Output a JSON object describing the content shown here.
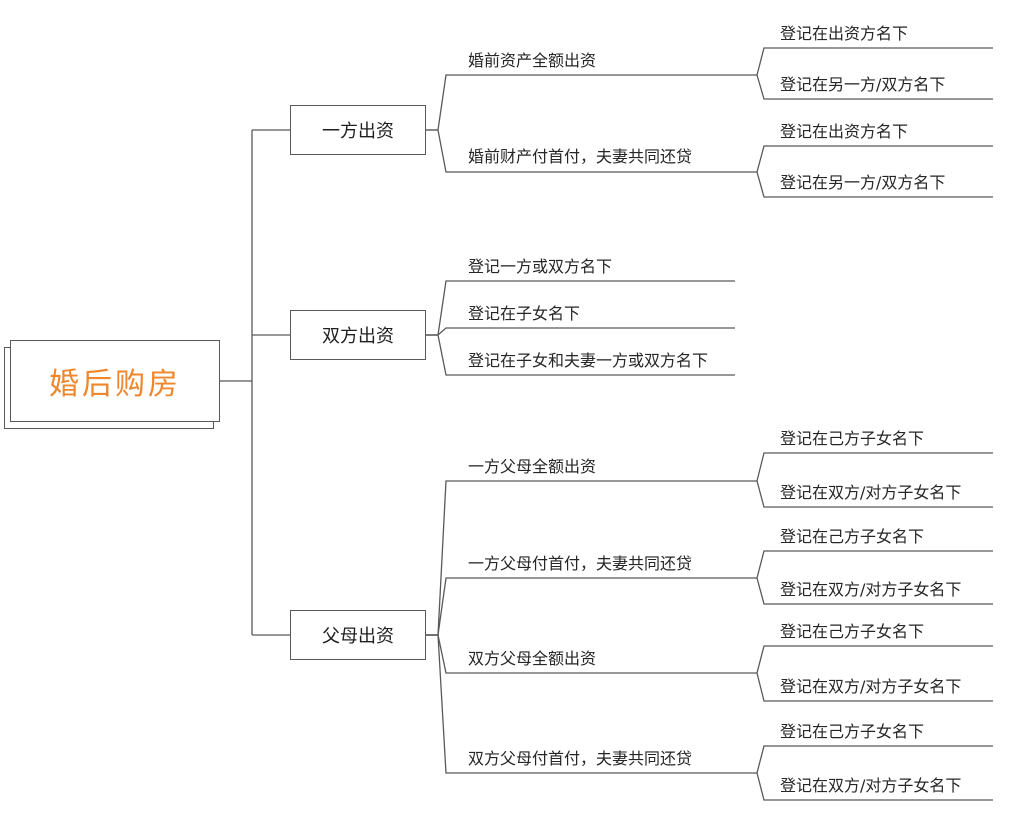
{
  "root": {
    "label": "婚后购房"
  },
  "branches": [
    {
      "label": "一方出资",
      "children": [
        {
          "label": "婚前资产全额出资",
          "children": [
            {
              "label": "登记在出资方名下"
            },
            {
              "label": "登记在另一方/双方名下"
            }
          ]
        },
        {
          "label": "婚前财产付首付，夫妻共同还贷",
          "children": [
            {
              "label": "登记在出资方名下"
            },
            {
              "label": "登记在另一方/双方名下"
            }
          ]
        }
      ]
    },
    {
      "label": "双方出资",
      "children": [
        {
          "label": "登记一方或双方名下"
        },
        {
          "label": "登记在子女名下"
        },
        {
          "label": "登记在子女和夫妻一方或双方名下"
        }
      ]
    },
    {
      "label": "父母出资",
      "children": [
        {
          "label": "一方父母全额出资",
          "children": [
            {
              "label": "登记在己方子女名下"
            },
            {
              "label": "登记在双方/对方子女名下"
            }
          ]
        },
        {
          "label": "一方父母付首付，夫妻共同还贷",
          "children": [
            {
              "label": "登记在己方子女名下"
            },
            {
              "label": "登记在双方/对方子女名下"
            }
          ]
        },
        {
          "label": "双方父母全额出资",
          "children": [
            {
              "label": "登记在己方子女名下"
            },
            {
              "label": "登记在双方/对方子女名下"
            }
          ]
        },
        {
          "label": "双方父母付首付，夫妻共同还贷",
          "children": [
            {
              "label": "登记在己方子女名下"
            },
            {
              "label": "登记在双方/对方子女名下"
            }
          ]
        }
      ]
    }
  ],
  "colors": {
    "line": "#595959",
    "text": "#262626",
    "root_text": "#f0862b",
    "background": "#ffffff"
  }
}
